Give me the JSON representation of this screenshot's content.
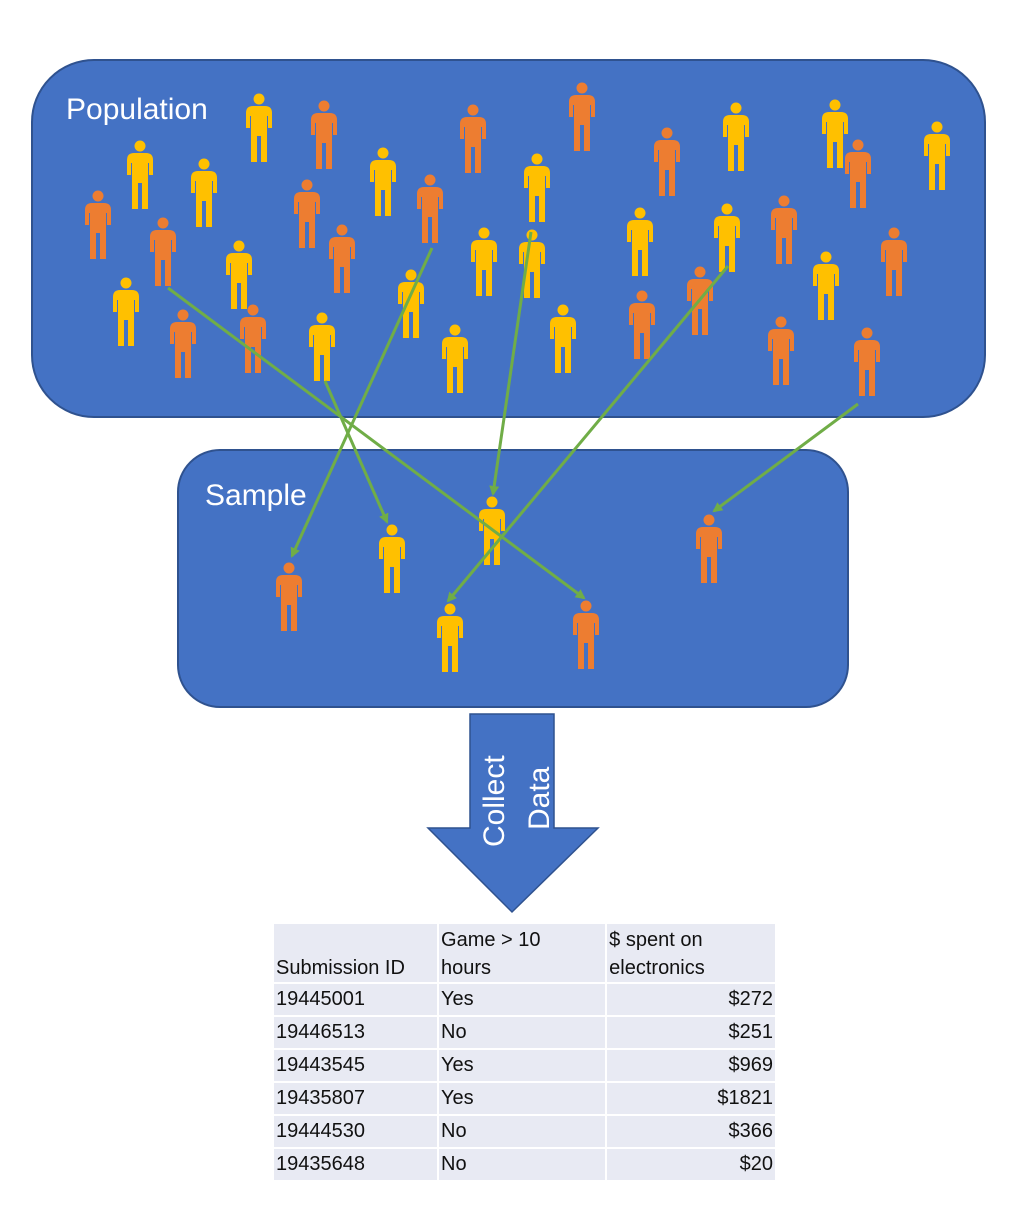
{
  "population_label": "Population",
  "sample_label": "Sample",
  "arrow_label_line1": "Collect",
  "arrow_label_line2": "Data",
  "colors": {
    "box_fill": "#4472c4",
    "box_stroke": "#2f528f",
    "person_orange": "#ed7d31",
    "person_yellow": "#ffc000",
    "selection_arrow": "#70ad47",
    "table_cell": "#e8eaf3"
  },
  "table": {
    "headers": [
      "Submission ID",
      "Game > 10\nhours",
      "$ spent on\nelectronics"
    ],
    "rows": [
      [
        "19445001",
        "Yes",
        "$272"
      ],
      [
        "19446513",
        "No",
        "$251"
      ],
      [
        "19443545",
        "Yes",
        "$969"
      ],
      [
        "19435807",
        "Yes",
        "$1821"
      ],
      [
        "19444530",
        "No",
        "$366"
      ],
      [
        "19435648",
        "No",
        "$20"
      ]
    ]
  }
}
